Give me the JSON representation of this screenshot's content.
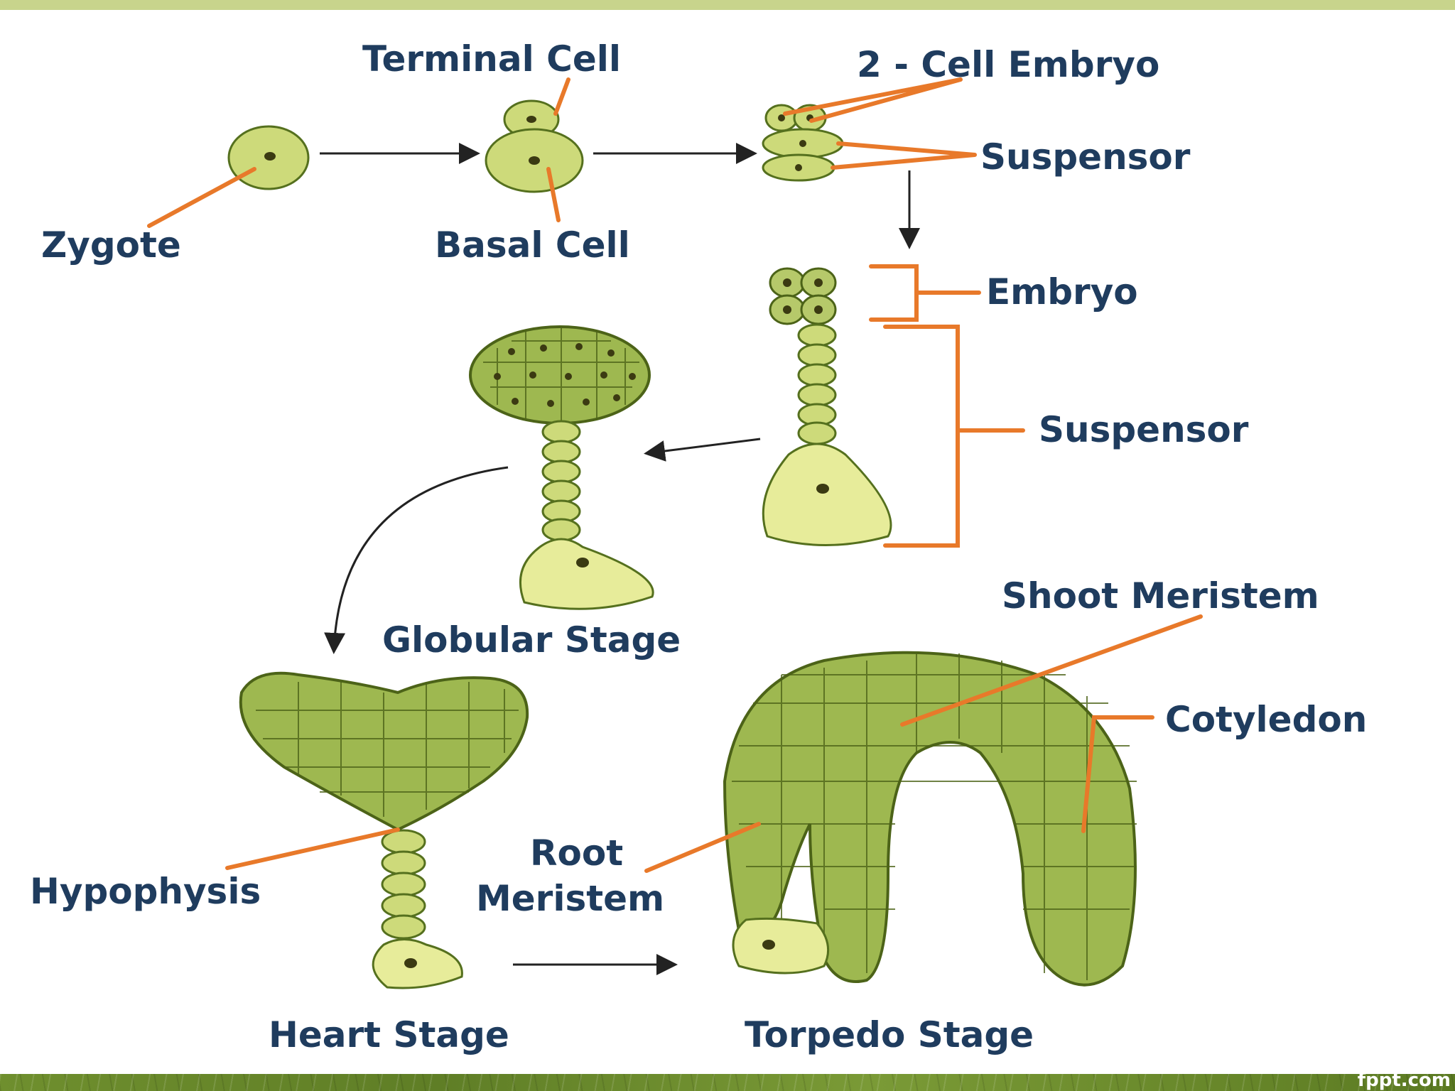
{
  "labels": {
    "terminal_cell": "Terminal Cell",
    "two_cell_embryo": "2 - Cell Embryo",
    "suspensor_top": "Suspensor",
    "zygote": "Zygote",
    "basal_cell": "Basal Cell",
    "embryo": "Embryo",
    "suspensor_mid": "Suspensor",
    "globular_stage": "Globular Stage",
    "shoot_meristem": "Shoot Meristem",
    "cotyledon": "Cotyledon",
    "hypophysis": "Hypophysis",
    "root_line1": "Root",
    "root_line2": "Meristem",
    "heart_stage": "Heart Stage",
    "torpedo_stage": "Torpedo Stage"
  },
  "watermark": "fppt.com",
  "colors": {
    "label_text": "#1f3c5e",
    "leader_line": "#e8792a",
    "cell_fill": "#cdda7a",
    "top_bar": "#c8d48c",
    "bottom_bar": "#6f8f2e"
  }
}
